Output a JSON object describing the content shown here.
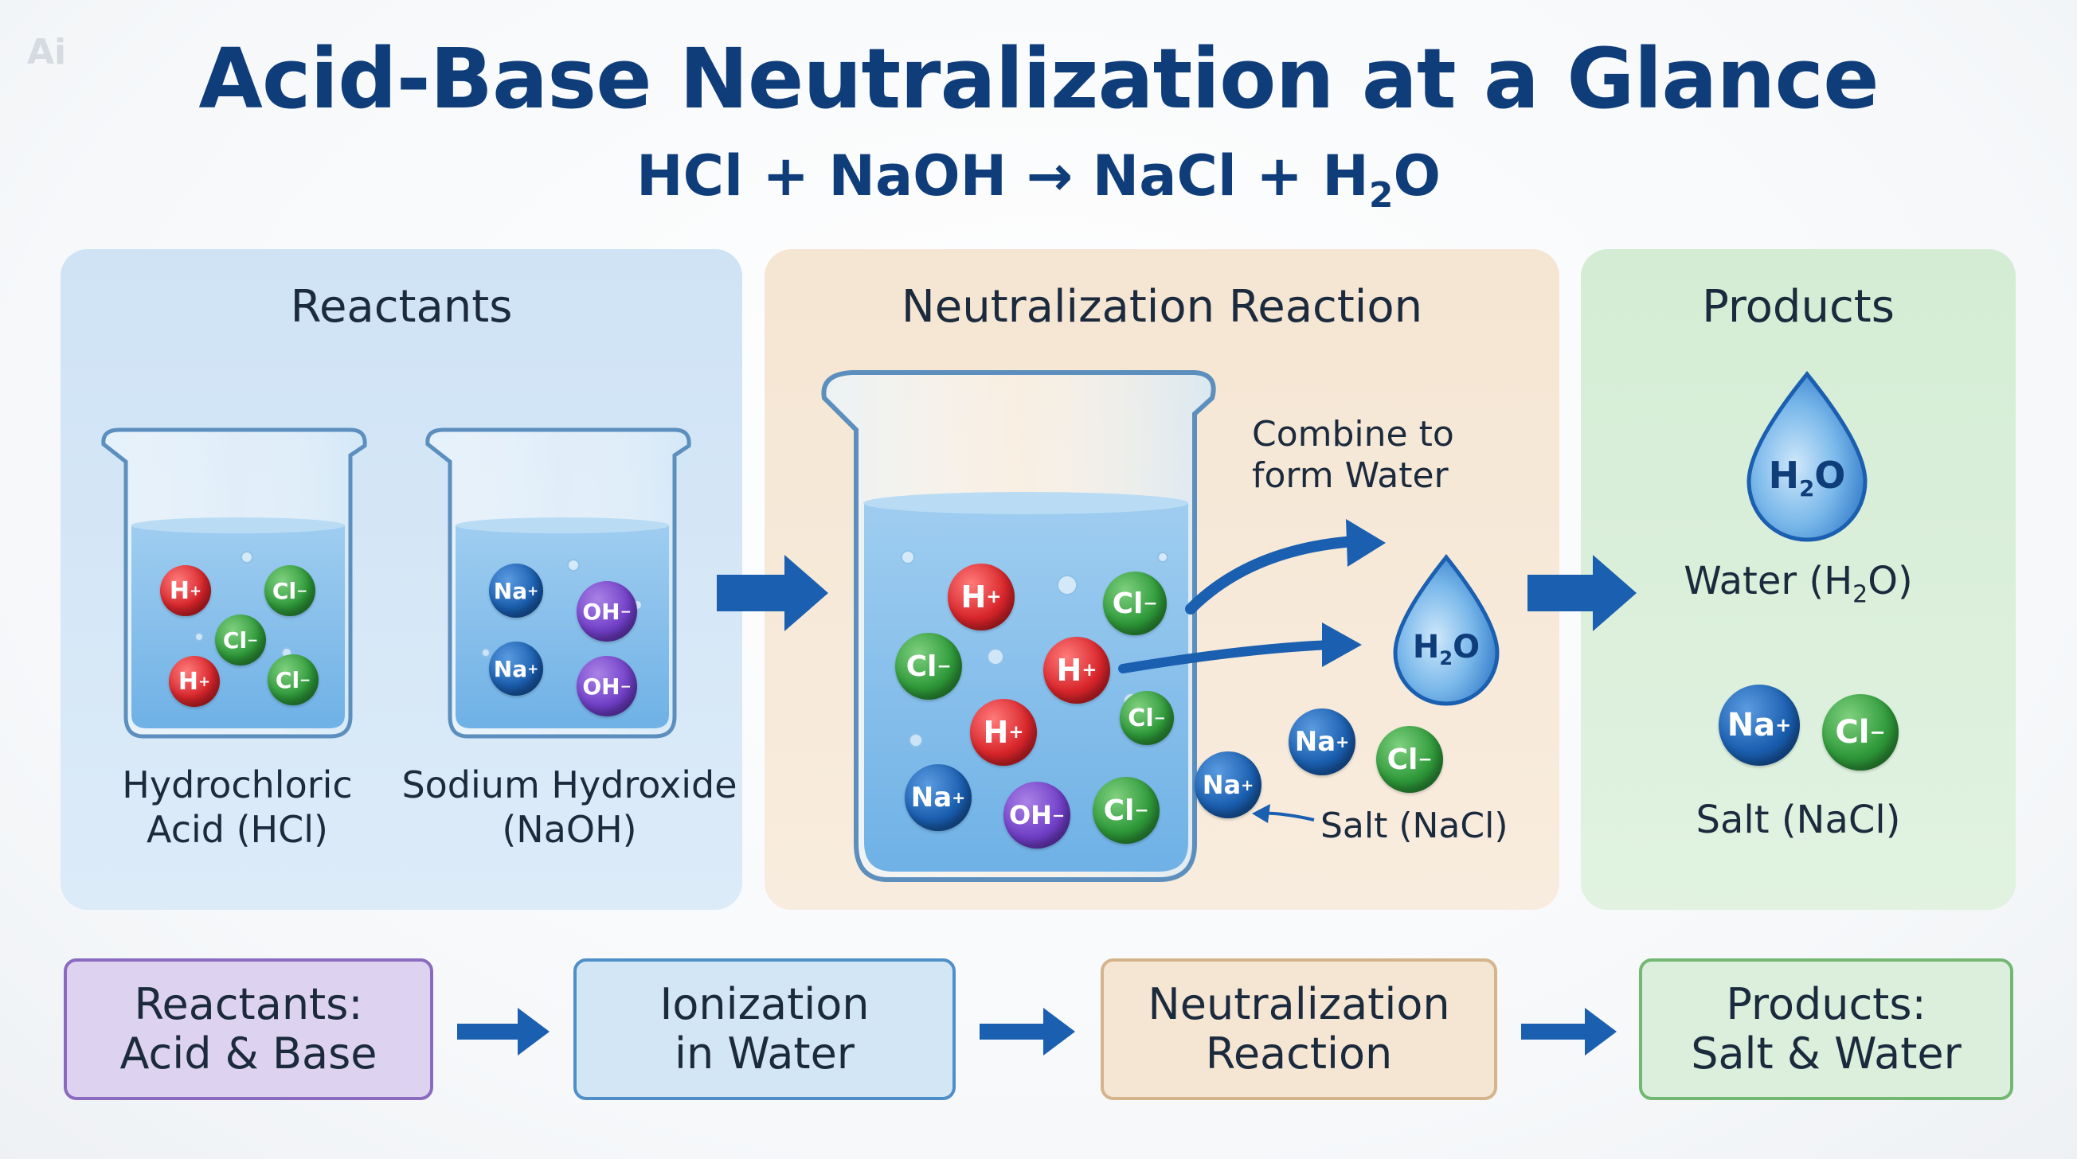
{
  "watermark": "Ai",
  "title": "Acid-Base Neutralization at a Glance",
  "equation": {
    "left": "HCl + NaOH → NaCl + H",
    "sub": "2",
    "right": "O"
  },
  "panels": {
    "reactants": {
      "heading": "Reactants",
      "acid_caption_line1": "Hydrochloric",
      "acid_caption_line2": "Acid (HCl)",
      "base_caption_line1": "Sodium Hydroxide",
      "base_caption_line2": "(NaOH)"
    },
    "reaction": {
      "heading": "Neutralization Reaction",
      "combine_line1": "Combine to",
      "combine_line2": "form Water",
      "salt_label": "Salt (NaCl)"
    },
    "products": {
      "heading": "Products",
      "water_label_pre": "Water (H",
      "water_label_sub": "2",
      "water_label_post": "O)",
      "salt_label": "Salt (NaCl)"
    }
  },
  "ions": {
    "h": "H",
    "cl": "Cl",
    "na": "Na",
    "oh": "OH",
    "plus": "+",
    "minus": "−"
  },
  "water_drop": {
    "pre": "H",
    "sub": "2",
    "post": "O"
  },
  "steps": [
    {
      "line1": "Reactants:",
      "line2": "Acid & Base"
    },
    {
      "line1": "Ionization",
      "line2": "in Water"
    },
    {
      "line1": "Neutralization",
      "line2": "Reaction"
    },
    {
      "line1": "Products:",
      "line2": "Salt & Water"
    }
  ],
  "colors": {
    "title": "#0f3d7a",
    "arrow": "#1b5fb0",
    "acid_ion": "#d8262b",
    "chloride_ion": "#2f9a3a",
    "sodium_ion": "#1b5fb0",
    "hydroxide_ion": "#7240c8"
  }
}
